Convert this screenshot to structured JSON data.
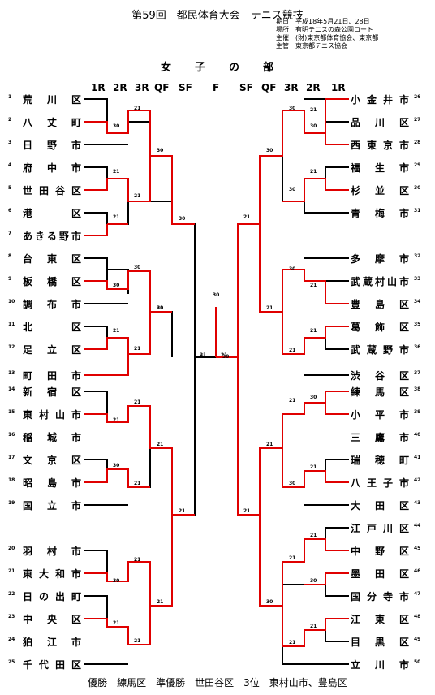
{
  "title": "第59回　都民体育大会　テニス競技",
  "info": [
    {
      "label": "期日",
      "value": "平成18年5月21日、28日"
    },
    {
      "label": "場所",
      "value": "有明テニスの森公園コート"
    },
    {
      "label": "主催",
      "value": "(財)東京都体育協会、東京都"
    },
    {
      "label": "主管",
      "value": "東京都テニス協会"
    }
  ],
  "heading": "女　　子　　の　　部",
  "rounds_left": [
    "1R",
    "2R",
    "3R",
    "QF",
    "SF"
  ],
  "round_final": "F",
  "rounds_right": [
    "SF",
    "QF",
    "3R",
    "2R",
    "1R"
  ],
  "left_teams": [
    {
      "num": "1",
      "name": "荒川区"
    },
    {
      "num": "2",
      "name": "八丈町"
    },
    {
      "num": "3",
      "name": "日野市"
    },
    {
      "num": "4",
      "name": "府中市"
    },
    {
      "num": "5",
      "name": "世田谷区"
    },
    {
      "num": "6",
      "name": "港区"
    },
    {
      "num": "7",
      "name": "あきる野市"
    },
    {
      "num": "8",
      "name": "台東区"
    },
    {
      "num": "9",
      "name": "板橋区"
    },
    {
      "num": "10",
      "name": "調布市"
    },
    {
      "num": "11",
      "name": "北区"
    },
    {
      "num": "12",
      "name": "足立区"
    },
    {
      "num": "13",
      "name": "町田市"
    },
    {
      "num": "14",
      "name": "新宿区"
    },
    {
      "num": "15",
      "name": "東村山市"
    },
    {
      "num": "16",
      "name": "稲城市"
    },
    {
      "num": "17",
      "name": "文京区"
    },
    {
      "num": "18",
      "name": "昭島市"
    },
    {
      "num": "19",
      "name": "国立市"
    },
    {
      "num": "20",
      "name": "羽村市"
    },
    {
      "num": "21",
      "name": "東大和市"
    },
    {
      "num": "22",
      "name": "日の出町"
    },
    {
      "num": "23",
      "name": "中央区"
    },
    {
      "num": "24",
      "name": "狛江市"
    },
    {
      "num": "25",
      "name": "千代田区"
    }
  ],
  "right_teams": [
    {
      "num": "26",
      "name": "小金井市"
    },
    {
      "num": "27",
      "name": "品川区"
    },
    {
      "num": "28",
      "name": "西東京市"
    },
    {
      "num": "29",
      "name": "福生市"
    },
    {
      "num": "30",
      "name": "杉並区"
    },
    {
      "num": "31",
      "name": "青梅市"
    },
    {
      "num": "32",
      "name": "多摩市"
    },
    {
      "num": "33",
      "name": "武蔵村山市"
    },
    {
      "num": "34",
      "name": "豊島区"
    },
    {
      "num": "35",
      "name": "葛飾区"
    },
    {
      "num": "36",
      "name": "武蔵野市"
    },
    {
      "num": "37",
      "name": "渋谷区"
    },
    {
      "num": "38",
      "name": "練馬区"
    },
    {
      "num": "39",
      "name": "小平市"
    },
    {
      "num": "40",
      "name": "三鷹市"
    },
    {
      "num": "41",
      "name": "瑞穂町"
    },
    {
      "num": "42",
      "name": "八王子市"
    },
    {
      "num": "43",
      "name": "大田区"
    },
    {
      "num": "44",
      "name": "江戸川区"
    },
    {
      "num": "45",
      "name": "中野区"
    },
    {
      "num": "46",
      "name": "墨田区"
    },
    {
      "num": "47",
      "name": "国分寺市"
    },
    {
      "num": "48",
      "name": "江東区"
    },
    {
      "num": "49",
      "name": "目黒区"
    },
    {
      "num": "50",
      "name": "立川市"
    }
  ],
  "scores_left": [
    "30",
    "21",
    "21",
    "30",
    "21",
    "21",
    "30",
    "30",
    "21",
    "21",
    "21",
    "30",
    "21",
    "21",
    "21",
    "21",
    "21",
    "30",
    "30",
    "21",
    "21",
    "30",
    "21",
    "21",
    "21"
  ],
  "scores_right": [
    "21",
    "30",
    "21",
    "30",
    "21",
    "21",
    "30",
    "21",
    "30",
    "21",
    "21",
    "30",
    "21",
    "30",
    "21",
    "21",
    "21",
    "30",
    "21",
    "21",
    "30",
    "21",
    "21",
    "21",
    "30"
  ],
  "final_scores": {
    "top": "30",
    "left": "21",
    "right": "30"
  },
  "colors": {
    "winner_line": "#e00000",
    "loser_line": "#000000"
  },
  "footer": "優勝　練馬区　準優勝　世田谷区　3位　東村山市、豊島区"
}
